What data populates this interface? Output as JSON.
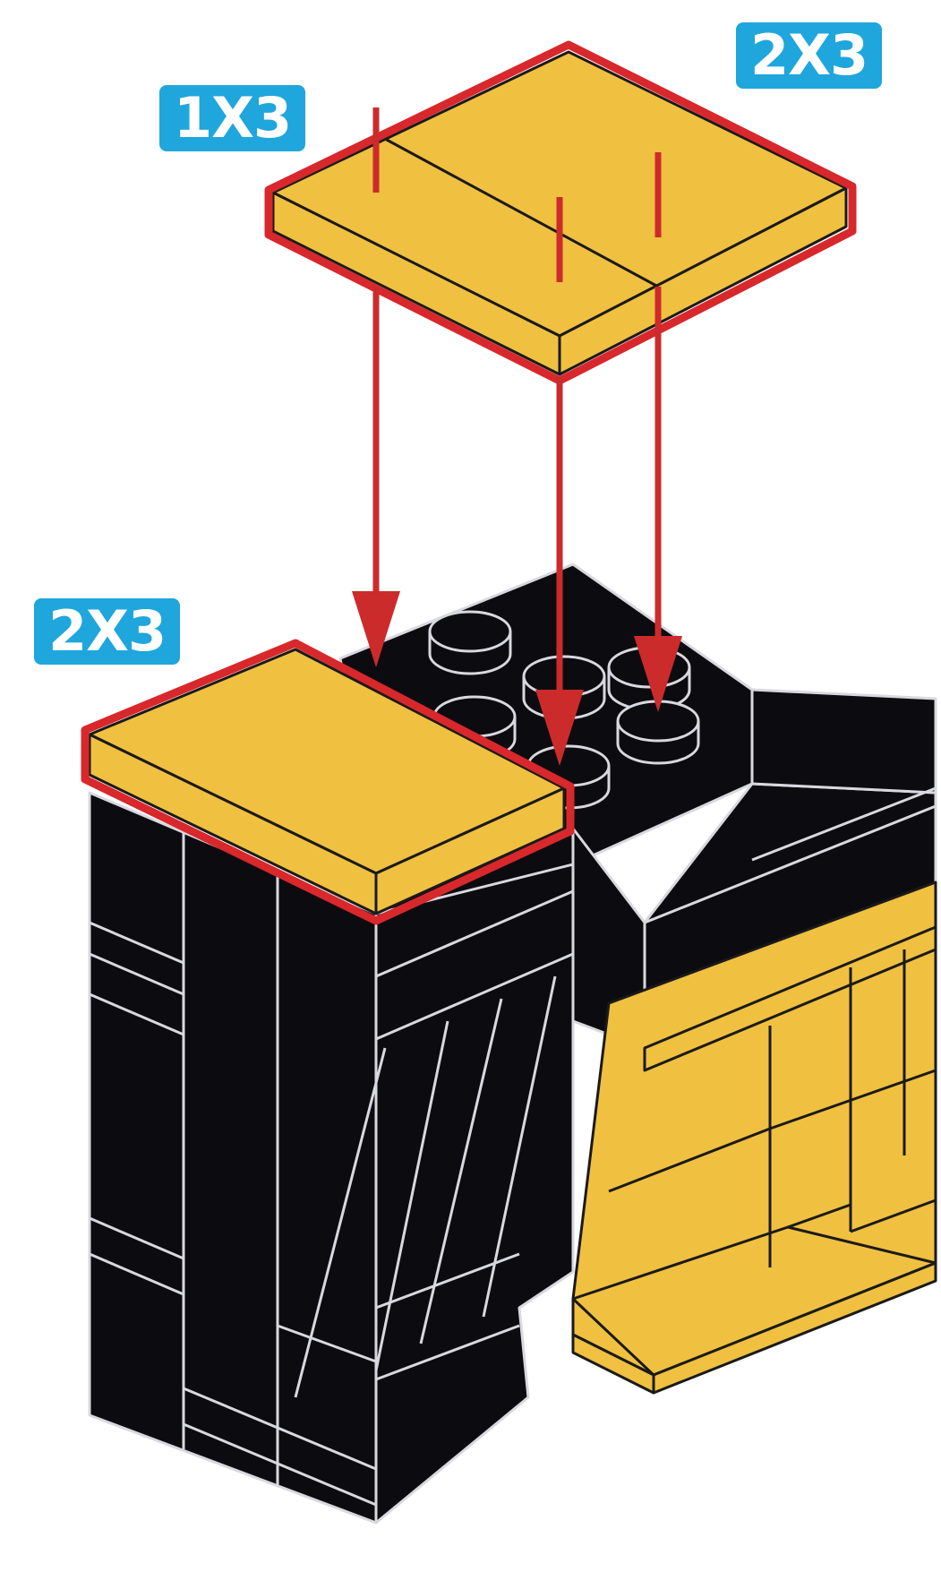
{
  "callouts": {
    "top_left": "1X3",
    "top_right": "2X3",
    "base": "2X3"
  },
  "colors": {
    "callout_bg": "#1fa6dc",
    "callout_text": "#ffffff",
    "tile_yellow": "#f0c040",
    "brick_black": "#0c0c10",
    "highlight_red": "#d8282c",
    "arrow_red": "#cc2b2b",
    "edge_light": "#d8d8e0"
  },
  "icons": {
    "arrow": "arrow-down-icon",
    "stud": "stud-icon"
  }
}
